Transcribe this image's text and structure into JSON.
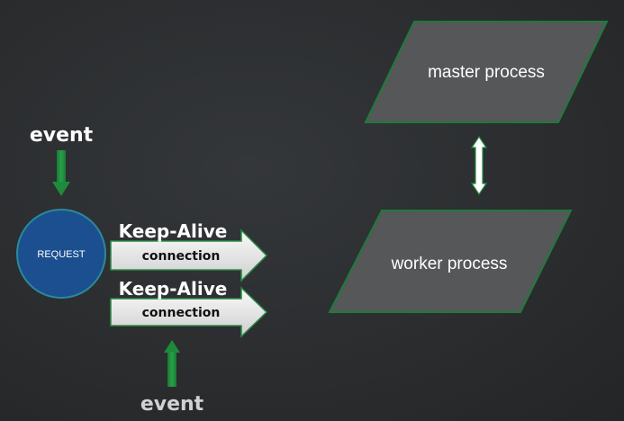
{
  "diagram": {
    "event_top": "event",
    "event_bottom": "event",
    "request": "REQUEST",
    "connection_1": {
      "title": "Keep-Alive",
      "subtitle": "connection"
    },
    "connection_2": {
      "title": "Keep-Alive",
      "subtitle": "connection"
    },
    "master": "master process",
    "worker": "worker process"
  },
  "colors": {
    "background": "#2b2d2f",
    "event_arrow": "#1f8a3c",
    "request_fill": "#1b4f8f",
    "process_fill": "#555758",
    "process_border": "#1f7a3c",
    "connection_fill": "#e6e6e6",
    "connection_border": "#2a8a45"
  },
  "icons": {
    "link": "double-headed-arrow-icon"
  }
}
